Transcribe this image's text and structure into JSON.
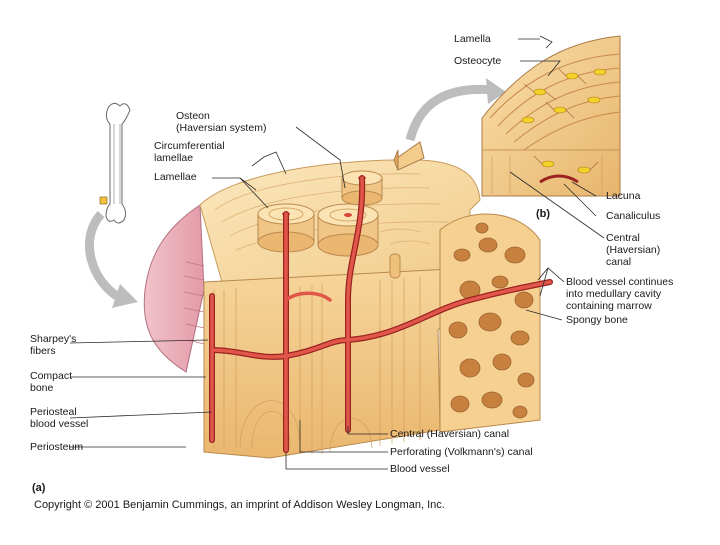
{
  "figure": {
    "panel_a_tag": "(a)",
    "panel_b_tag": "(b)",
    "copyright": "Copyright © 2001 Benjamin Cummings, an imprint of Addison Wesley Longman, Inc."
  },
  "labels": {
    "osteon": "Osteon\n(Haversian system)",
    "circumferential": "Circumferential\nlamellae",
    "lamellae": "Lamellae",
    "lamella": "Lamella",
    "osteocyte": "Osteocyte",
    "lacuna": "Lacuna",
    "canaliculus": "Canaliculus",
    "central_canal_b": "Central\n(Haversian)\ncanal",
    "blood_vessel_marrow": "Blood vessel continues\ninto medullary cavity\ncontaining marrow",
    "spongy": "Spongy bone",
    "sharpeys": "Sharpey's\nfibers",
    "compact": "Compact\nbone",
    "periosteal_vessel": "Periosteal\nblood vessel",
    "periosteum": "Periosteum",
    "central_canal_a": "Central (Haversian) canal",
    "perforating": "Perforating (Volkmann's) canal",
    "blood_vessel": "Blood vessel"
  },
  "colors": {
    "bone_light": "#f8deaa",
    "bone_mid": "#efc07a",
    "bone_dark": "#d59a52",
    "vessel": "#d9453a",
    "periosteum": "#e8a9b6",
    "arrow": "#b5b5b5",
    "osteocyte": "#f3d22a"
  }
}
